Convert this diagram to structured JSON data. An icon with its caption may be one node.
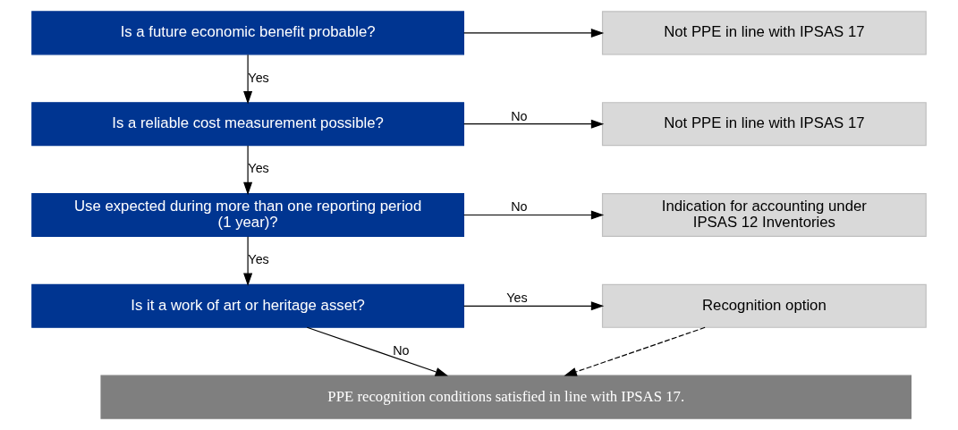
{
  "diagram": {
    "nodes": [
      {
        "text": [
          "Is a future economic benefit probable?"
        ]
      },
      {
        "text": [
          "Not PPE in line with IPSAS 17"
        ]
      },
      {
        "text": [
          "Is a reliable cost measurement possible?"
        ]
      },
      {
        "text": [
          "Not PPE in line with IPSAS 17"
        ]
      },
      {
        "text": [
          "Use expected during more than one reporting period (1 year)?"
        ]
      },
      {
        "text": [
          "Indication for accounting under IPSAS 12 Inventories"
        ]
      },
      {
        "text": [
          "Is it a work of art or heritage asset?"
        ]
      },
      {
        "text": [
          "Recognition option"
        ]
      },
      {
        "text": [
          "PPE recognition conditions satisfied in line with IPSAS 17."
        ]
      }
    ],
    "edges": [
      {
        "from": 0,
        "to": 1,
        "arrow": "to"
      },
      {
        "from": 0,
        "to": 2,
        "arrow": "to",
        "label": "Yes"
      },
      {
        "from": 2,
        "to": 3,
        "arrow": "to",
        "label": "No"
      },
      {
        "from": 2,
        "to": 4,
        "arrow": "to",
        "label": "Yes"
      },
      {
        "from": 4,
        "to": 5,
        "arrow": "to",
        "label": "No"
      },
      {
        "from": 4,
        "to": 6,
        "arrow": "to",
        "label": "Yes"
      },
      {
        "from": 6,
        "to": 7,
        "arrow": "to",
        "label": "Yes"
      },
      {
        "from": 6,
        "to": 8,
        "arrow": "to",
        "label": "No"
      },
      {
        "from": 7,
        "to": 8,
        "arrow": "to",
        "style": "dashed"
      }
    ]
  }
}
